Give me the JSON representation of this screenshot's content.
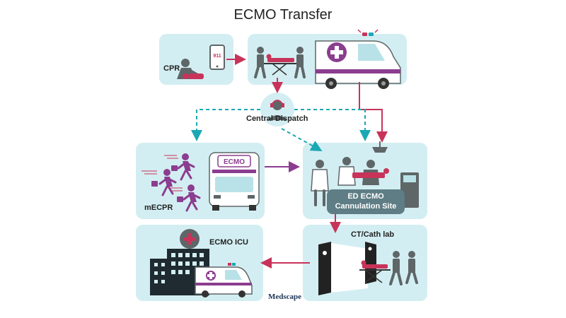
{
  "title": "ECMO Transfer",
  "labels": {
    "cpr": "CPR",
    "phone_number": "911",
    "central_dispatch": "Central Dispatch",
    "mecpr": "mECPR",
    "ambulance_sign": "ECMO",
    "ed_site_line1": "ED ECMO",
    "ed_site_line2": "Cannulation Site",
    "ct_cath": "CT/Cath lab",
    "ecmo_icu": "ECMO ICU"
  },
  "brand": "Medscape",
  "colors": {
    "panel": "#d3eef2",
    "red_arrow": "#c8335a",
    "teal_dashed": "#1aa8b4",
    "purple": "#8b3d8f",
    "figure_gray": "#5e6668",
    "patient_red": "#c8335a"
  }
}
